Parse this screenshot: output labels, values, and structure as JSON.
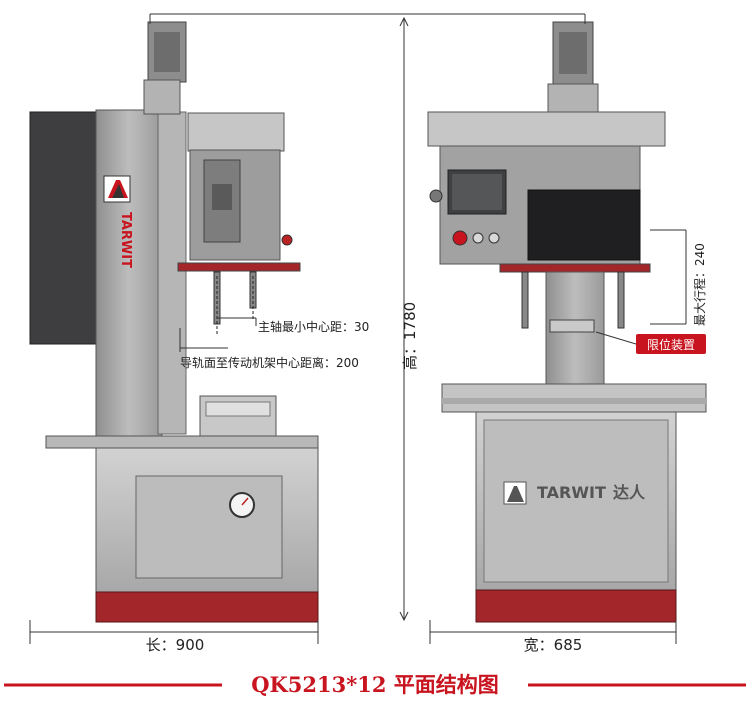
{
  "title": "QK5213*12 平面结构图",
  "brand": "TARWIT",
  "brand_cn": "达人",
  "dims": {
    "length": "长：900",
    "width": "宽：685",
    "height": "高：1780",
    "min_spindle_center": "主轴最小中心距：30",
    "rail_to_frame_center": "导轨面至传动机架中心距离：200",
    "max_stroke": "最大行程：240"
  },
  "callout": "限位装置",
  "colors": {
    "body": "#a9a9aa",
    "body_light": "#c4c4c5",
    "dark": "#3c3c3e",
    "base_red": "#a3262b",
    "title_red": "#c8141e"
  }
}
